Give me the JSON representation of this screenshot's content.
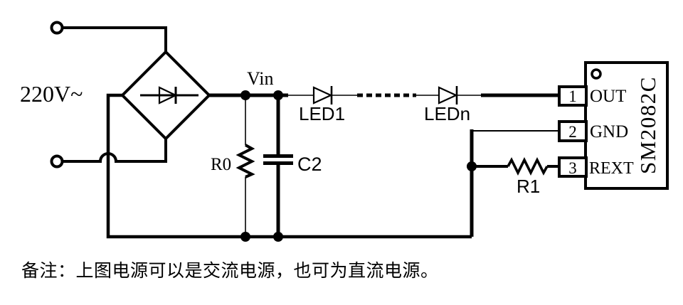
{
  "labels": {
    "source": "220V~",
    "vin": "Vin",
    "led1": "LED1",
    "ledn": "LEDn",
    "r0": "R0",
    "c2": "C2",
    "r1": "R1"
  },
  "ic": {
    "part_number": "SM2082C",
    "pins": [
      {
        "number": "1",
        "name": "OUT"
      },
      {
        "number": "2",
        "name": "GND"
      },
      {
        "number": "3",
        "name": "REXT"
      }
    ]
  },
  "note": "备注：上图电源可以是交流电源，也可为直流电源。",
  "colors": {
    "stroke": "#000000",
    "background": "#ffffff"
  }
}
